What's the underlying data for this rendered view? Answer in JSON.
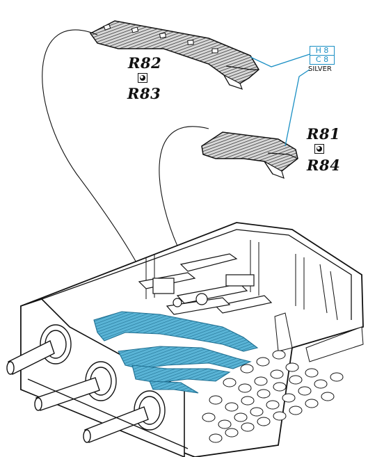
{
  "parts": {
    "upper": {
      "label_top": "R82",
      "label_bottom": "R83"
    },
    "lower": {
      "label_top": "R81",
      "label_bottom": "R84"
    }
  },
  "paint": {
    "code_1": "H 8",
    "code_2": "C 8",
    "name": "SILVER",
    "accent_color": "#1a8fc4"
  },
  "highlight_color": "#5ab4d6"
}
